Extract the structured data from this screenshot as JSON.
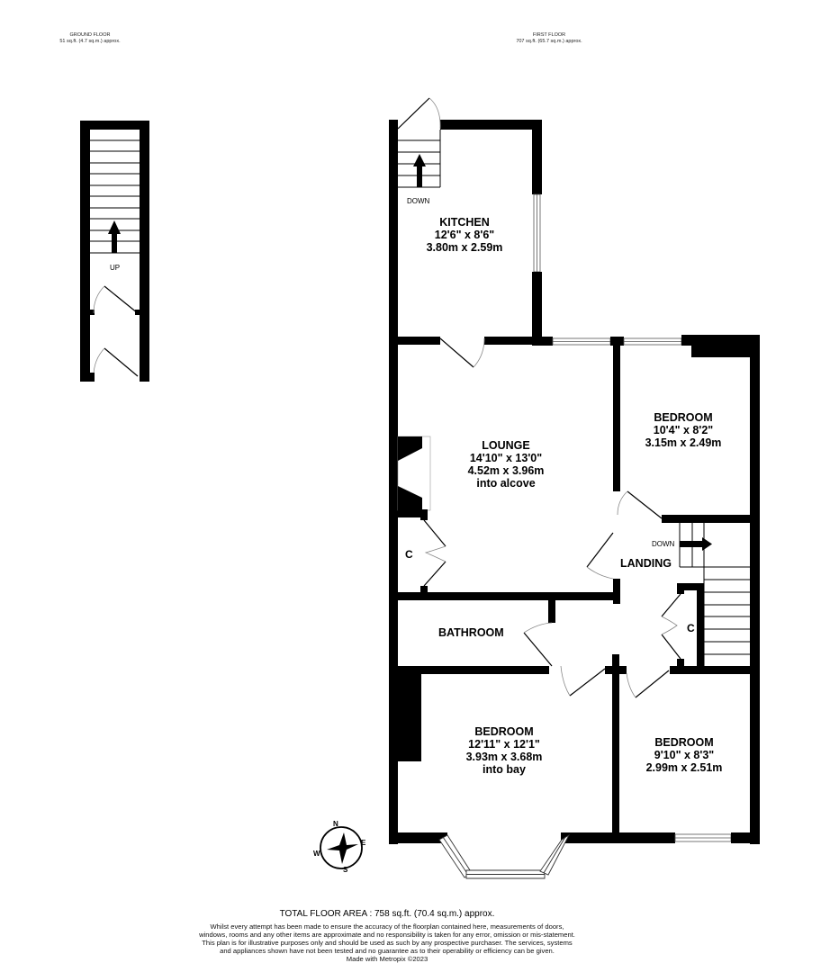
{
  "floors": {
    "ground": {
      "title": "GROUND FLOOR",
      "area": "51 sq.ft. (4.7 sq.m.) approx.",
      "stairs_label": "UP"
    },
    "first": {
      "title": "FIRST FLOOR",
      "area": "707 sq.ft. (65.7 sq.m.) approx.",
      "kitchen_stairs_label": "DOWN",
      "landing_stairs_label": "DOWN"
    }
  },
  "rooms": {
    "kitchen": {
      "name": "KITCHEN",
      "imperial": "12'6\"  x 8'6\"",
      "metric": "3.80m  x 2.59m"
    },
    "lounge": {
      "name": "LOUNGE",
      "imperial": "14'10\"  x 13'0\"",
      "metric": "4.52m  x 3.96m",
      "note": "into alcove"
    },
    "bedroom_rear": {
      "name": "BEDROOM",
      "imperial": "10'4\"  x 8'2\"",
      "metric": "3.15m  x 2.49m"
    },
    "landing": {
      "name": "LANDING"
    },
    "bathroom": {
      "name": "BATHROOM"
    },
    "bedroom_front": {
      "name": "BEDROOM",
      "imperial": "12'11\"  x 12'1\"",
      "metric": "3.93m  x 3.68m",
      "note": "into bay"
    },
    "bedroom_small": {
      "name": "BEDROOM",
      "imperial": "9'10\"  x 8'3\"",
      "metric": "2.99m  x 2.51m"
    },
    "cupboard_lounge": {
      "name": "C"
    },
    "cupboard_landing": {
      "name": "C"
    }
  },
  "compass": {
    "n": "N",
    "e": "E",
    "s": "S",
    "w": "W"
  },
  "footer": {
    "total": "TOTAL FLOOR AREA : 758 sq.ft. (70.4 sq.m.) approx.",
    "disclaimer": "Whilst every attempt has been made to ensure the accuracy of the floorplan contained here, measurements of doors, windows, rooms and any other items are approximate and no responsibility is taken for any error, omission or mis-statement. This plan is for illustrative purposes only and should be used as such by any prospective purchaser. The services, systems and appliances shown have not been tested and no guarantee as to their operability or efficiency can be given.",
    "credit": "Made with Metropix ©2023"
  },
  "colors": {
    "wall": "#000000",
    "background": "#ffffff",
    "door_arc": "#888888"
  }
}
